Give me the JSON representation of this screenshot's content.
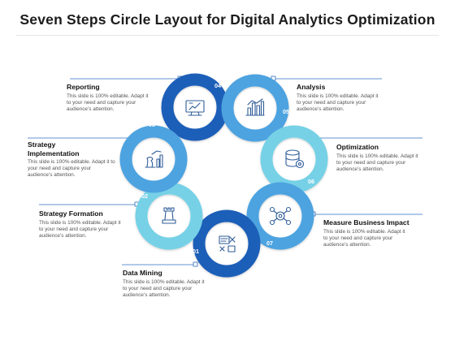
{
  "title": "Seven Steps Circle Layout for Digital Analytics Optimization",
  "colors": {
    "dark_blue": "#1f5fb8",
    "mid_blue": "#4ea3e0",
    "light_blue": "#76d1e6",
    "connector": "#2f6fc0",
    "icon": "#2f5d99"
  },
  "steps": [
    {
      "number": "01",
      "title": "Data Mining",
      "desc_lines": [
        "This slide is 100% editable. Adapt it",
        "to your need and capture your",
        "audience’s attention."
      ],
      "icon": "data-mining-icon"
    },
    {
      "number": "02",
      "title": "Strategy Formation",
      "desc_lines": [
        "This slide is 100% editable. Adapt it",
        "to your need and capture your",
        "audience’s attention."
      ],
      "icon": "chess-rook-icon"
    },
    {
      "number": "03",
      "title_lines": [
        "Strategy",
        "Implementation"
      ],
      "desc_lines": [
        "This slide is 100% editable. Adapt it to",
        "your need and capture your",
        "audience’s attention."
      ],
      "icon": "chess-knight-chart-icon"
    },
    {
      "number": "04",
      "title": "Reporting",
      "desc_lines": [
        "This slide is 100% editable. Adapt it",
        "to your need and capture your",
        "audience’s attention."
      ],
      "icon": "monitor-chart-icon"
    },
    {
      "number": "05",
      "title": "Analysis",
      "desc_lines": [
        "This slide is 100% editable. Adapt it",
        "to your need and capture your",
        "audience’s attention."
      ],
      "icon": "bar-chart-icon"
    },
    {
      "number": "06",
      "title": "Optimization",
      "desc_lines": [
        "This slide is 100% editable. Adapt it",
        "to your need and capture your",
        "audience’s attention."
      ],
      "icon": "database-gear-icon"
    },
    {
      "number": "07",
      "title": "Measure Business Impact",
      "desc_lines": [
        "This slide is 100% editable. Adapt it",
        "to your need and capture your",
        "audience’s attention."
      ],
      "icon": "network-gear-icon"
    }
  ]
}
